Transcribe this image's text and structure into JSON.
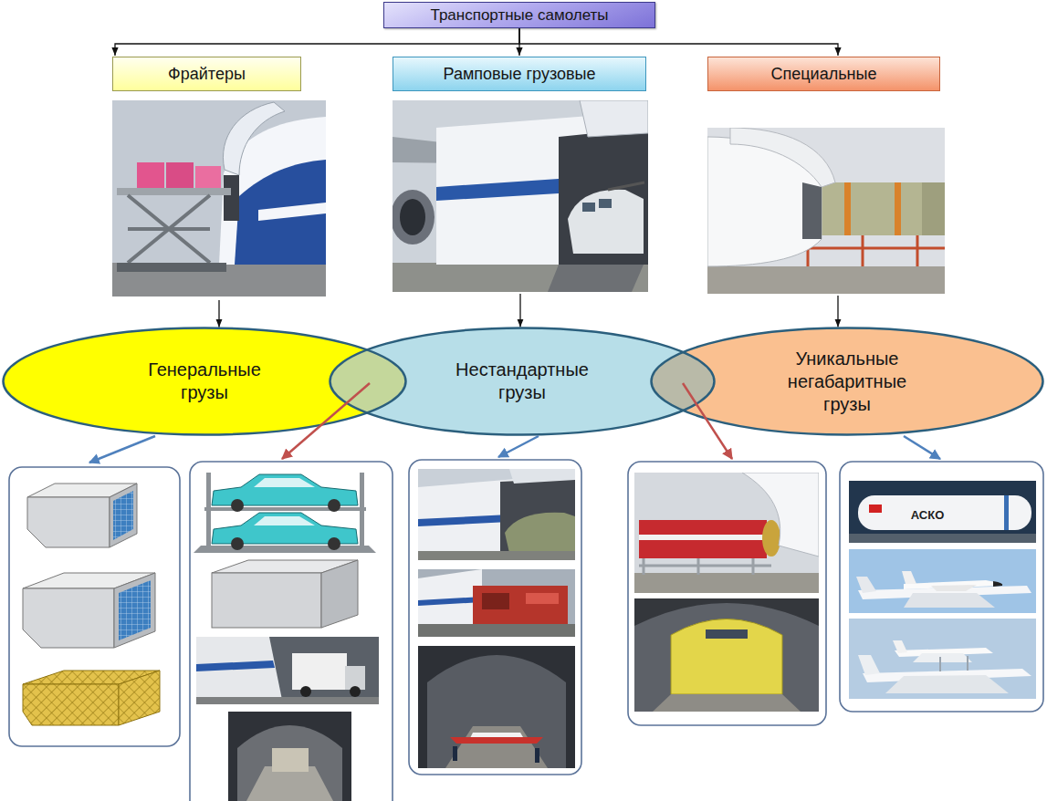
{
  "diagram": {
    "nodes": [
      {
        "text": [
          "Транспортные самолеты"
        ]
      },
      {
        "text": [
          "Фрайтеры"
        ]
      },
      {
        "text": [
          "Рамповые грузовые"
        ]
      },
      {
        "text": [
          "Специальные"
        ]
      },
      {
        "text": [
          "Генеральные грузы"
        ]
      },
      {
        "text": [
          "Нестандартные грузы"
        ]
      },
      {
        "text": [
          "Уникальные негабаритные грузы"
        ]
      }
    ],
    "edges": [
      {
        "from": 0,
        "to": 1,
        "arrow": "to"
      },
      {
        "from": 0,
        "to": 2,
        "arrow": "to"
      },
      {
        "from": 0,
        "to": 3,
        "arrow": "to"
      },
      {
        "from": 1,
        "to": 4,
        "arrow": "to"
      },
      {
        "from": 2,
        "to": 5,
        "arrow": "to"
      },
      {
        "from": 3,
        "to": 6,
        "arrow": "to"
      }
    ],
    "labels": [
      "АСКО"
    ]
  }
}
